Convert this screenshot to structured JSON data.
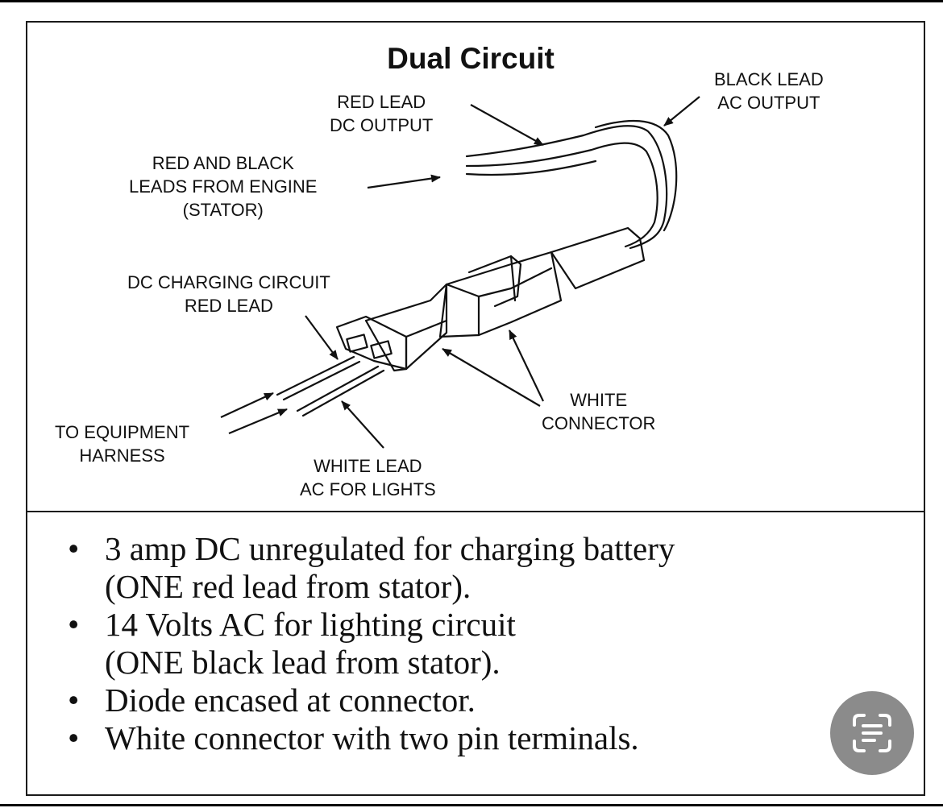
{
  "diagram": {
    "title": "Dual Circuit",
    "labels": {
      "red_lead_dc": [
        "RED LEAD",
        "DC OUTPUT"
      ],
      "black_lead_ac": [
        "BLACK LEAD",
        "AC OUTPUT"
      ],
      "red_black_engine": [
        "RED AND BLACK",
        "LEADS FROM ENGINE",
        "(STATOR)"
      ],
      "dc_charging": [
        "DC CHARGING CIRCUIT",
        "RED LEAD"
      ],
      "to_equipment": [
        "TO EQUIPMENT",
        "HARNESS"
      ],
      "white_connector": [
        "WHITE",
        "CONNECTOR"
      ],
      "white_lead": [
        "WHITE LEAD",
        "AC FOR LIGHTS"
      ]
    }
  },
  "notes": [
    {
      "bullet": "•",
      "lines": [
        "3 amp DC unregulated for charging battery",
        "(ONE red lead from stator)."
      ]
    },
    {
      "bullet": "•",
      "lines": [
        "14 Volts AC for lighting circuit",
        "(ONE black lead from stator)."
      ]
    },
    {
      "bullet": "•",
      "lines": [
        "Diode encased at connector."
      ]
    },
    {
      "bullet": "•",
      "lines": [
        "White connector with two pin terminals."
      ]
    }
  ],
  "overlay": {
    "icon": "text-scan-icon",
    "background": "#8b8b8b"
  }
}
